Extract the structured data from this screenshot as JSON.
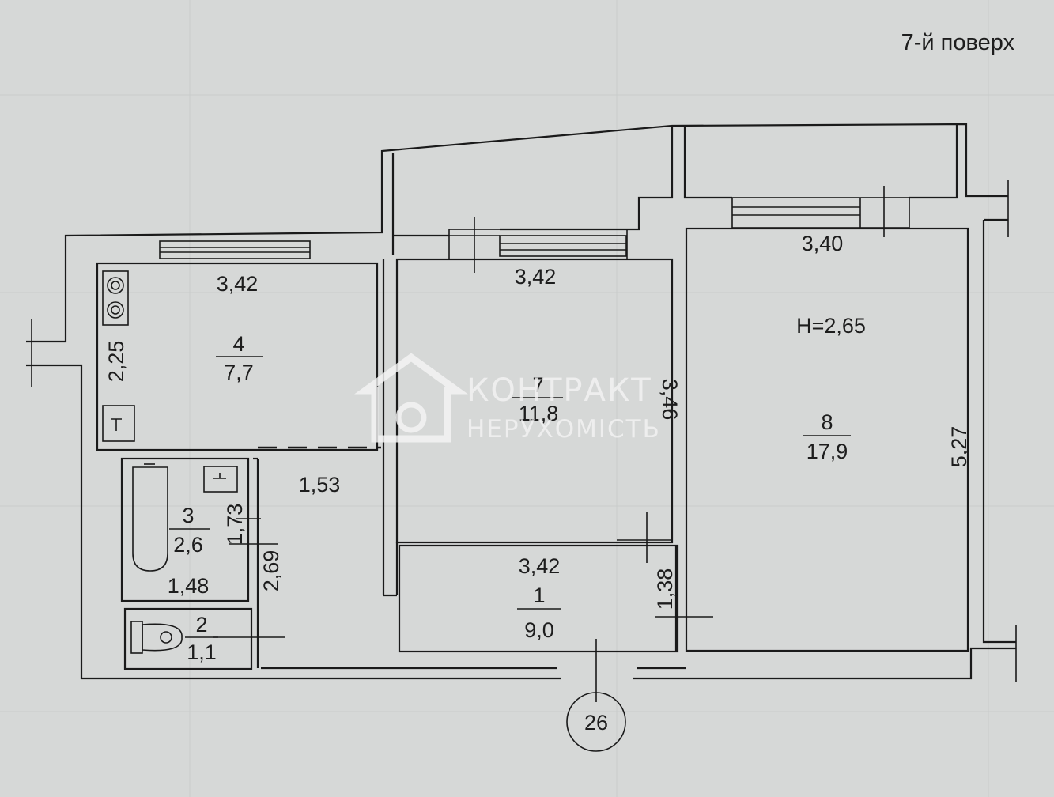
{
  "floor_label": "7-й поверх",
  "axis_label": "26",
  "ceiling_height": "Н=2,65",
  "rooms": [
    {
      "id": "kitchen",
      "number": "4",
      "area": "7,7"
    },
    {
      "id": "room7",
      "number": "7",
      "area": "11,8"
    },
    {
      "id": "room8",
      "number": "8",
      "area": "17,9"
    },
    {
      "id": "bathroom",
      "number": "3",
      "area": "2,6"
    },
    {
      "id": "toilet",
      "number": "2",
      "area": "1,1"
    },
    {
      "id": "hall",
      "number": "1",
      "area": "9,0"
    }
  ],
  "dimensions": {
    "kitchen_width": "3,42",
    "kitchen_depth": "2,25",
    "room7_width": "3,42",
    "room7_depth": "3,46",
    "room8_width": "3,40",
    "room8_depth": "5,27",
    "corridor_width": "1,53",
    "bath_depth": "1,73",
    "bath_width": "1,48",
    "corridor_depth": "2,69",
    "hall_width": "3,42",
    "hall_depth": "1,38"
  },
  "watermark": {
    "line1": "КОНТРАКТ",
    "line2": "НЕРУХОМІСТЬ"
  }
}
